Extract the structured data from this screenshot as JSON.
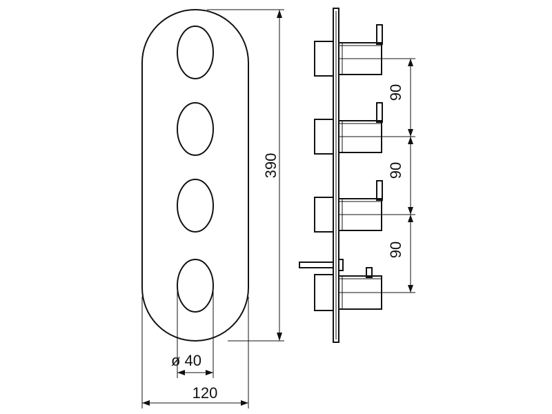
{
  "dimensions": {
    "total_height": "390",
    "total_width": "120",
    "knob_diameter": "ø 40",
    "spacing_1": "90",
    "spacing_2": "90",
    "spacing_3": "90"
  },
  "colors": {
    "line": "#111111",
    "background": "#ffffff"
  }
}
